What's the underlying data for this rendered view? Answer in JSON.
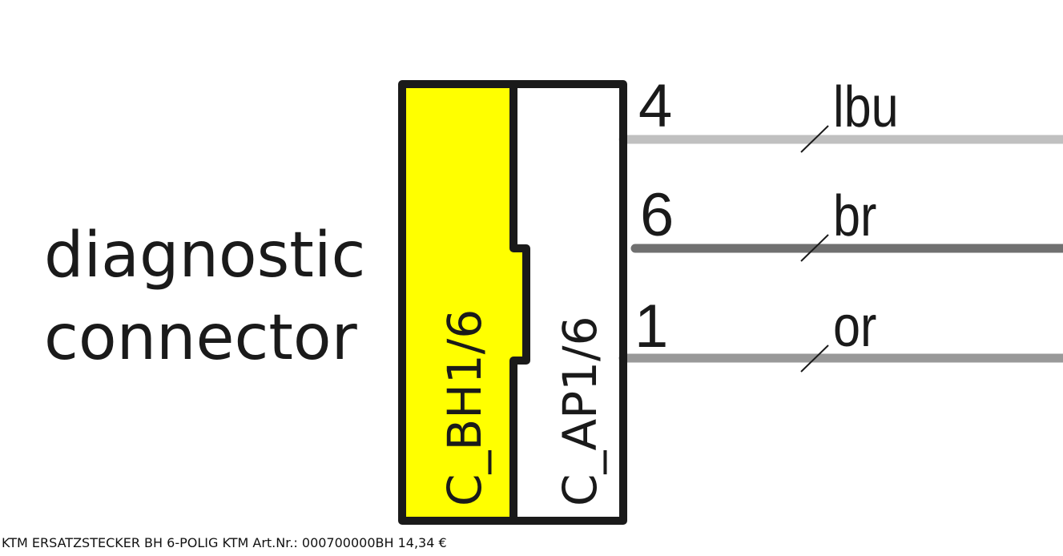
{
  "title_line1": "diagnostic",
  "title_line2": "connector",
  "connector_left": "C_BH1/6",
  "connector_right": "C_AP1/6",
  "connector_left_color": "#ffff00",
  "wires": [
    {
      "pin": "4",
      "color_code": "lbu",
      "wire_color": "#c0c0c0"
    },
    {
      "pin": "6",
      "color_code": "br",
      "wire_color": "#707070"
    },
    {
      "pin": "1",
      "color_code": "or",
      "wire_color": "#999999"
    }
  ],
  "caption": "KTM ERSATZSTECKER BH 6-POLIG KTM Art.Nr.: 000700000BH 14,34 €"
}
